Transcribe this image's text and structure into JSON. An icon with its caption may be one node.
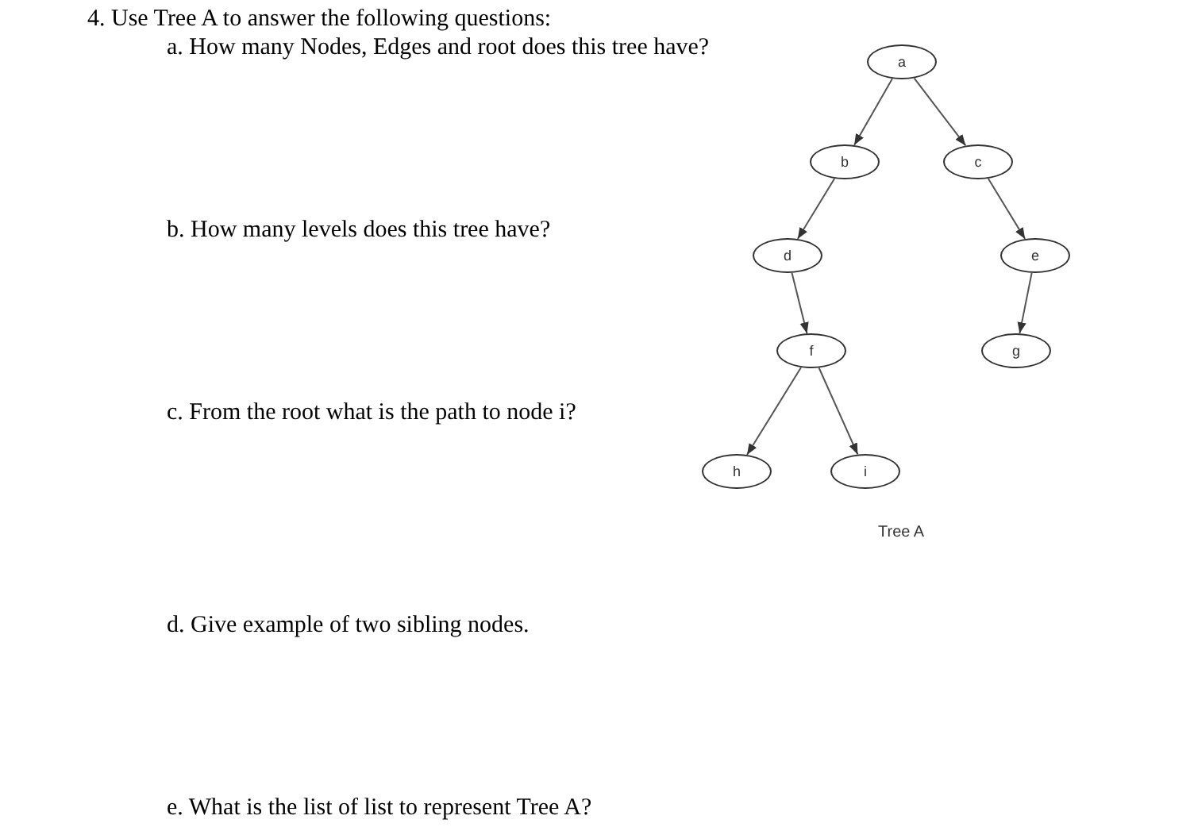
{
  "diagram": {
    "title": "4. Use Tree A to answer the following questions:",
    "nodes": [
      {
        "text": [
          "a"
        ]
      },
      {
        "text": [
          "b"
        ]
      },
      {
        "text": [
          "c"
        ]
      },
      {
        "text": [
          "d"
        ]
      },
      {
        "text": [
          "e"
        ]
      },
      {
        "text": [
          "f"
        ]
      },
      {
        "text": [
          "g"
        ]
      },
      {
        "text": [
          "h"
        ]
      },
      {
        "text": [
          "i"
        ]
      }
    ],
    "edges": [
      {
        "from": 0,
        "to": 1,
        "arrow": "to"
      },
      {
        "from": 0,
        "to": 2,
        "arrow": "to"
      },
      {
        "from": 1,
        "to": 3,
        "arrow": "to"
      },
      {
        "from": 3,
        "to": 5,
        "arrow": "to"
      },
      {
        "from": 5,
        "to": 7,
        "arrow": "to"
      },
      {
        "from": 5,
        "to": 8,
        "arrow": "to"
      },
      {
        "from": 2,
        "to": 4,
        "arrow": "to"
      },
      {
        "from": 4,
        "to": 6,
        "arrow": "to"
      }
    ],
    "labels": [
      "a. How many Nodes, Edges and root does this tree have?",
      "b. How many levels does this tree have?",
      "c. From the root what is the path to node i?",
      "d. Give example of two sibling nodes.",
      "e. What is the list of list to represent Tree A?",
      "Tree A"
    ]
  }
}
